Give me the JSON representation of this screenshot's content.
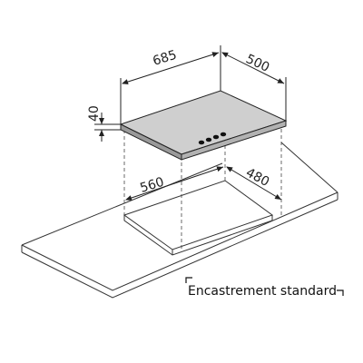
{
  "dimensions": {
    "width": "685",
    "depth": "500",
    "thickness": "40",
    "cutout_width": "560",
    "cutout_depth": "480"
  },
  "caption": "Encastrement standard",
  "colors": {
    "line": "#222222",
    "hob_top": "#cfcfcf",
    "hob_shadow": "#9a9a9a",
    "knob": "#111111",
    "countertop_edge": "#555555"
  }
}
